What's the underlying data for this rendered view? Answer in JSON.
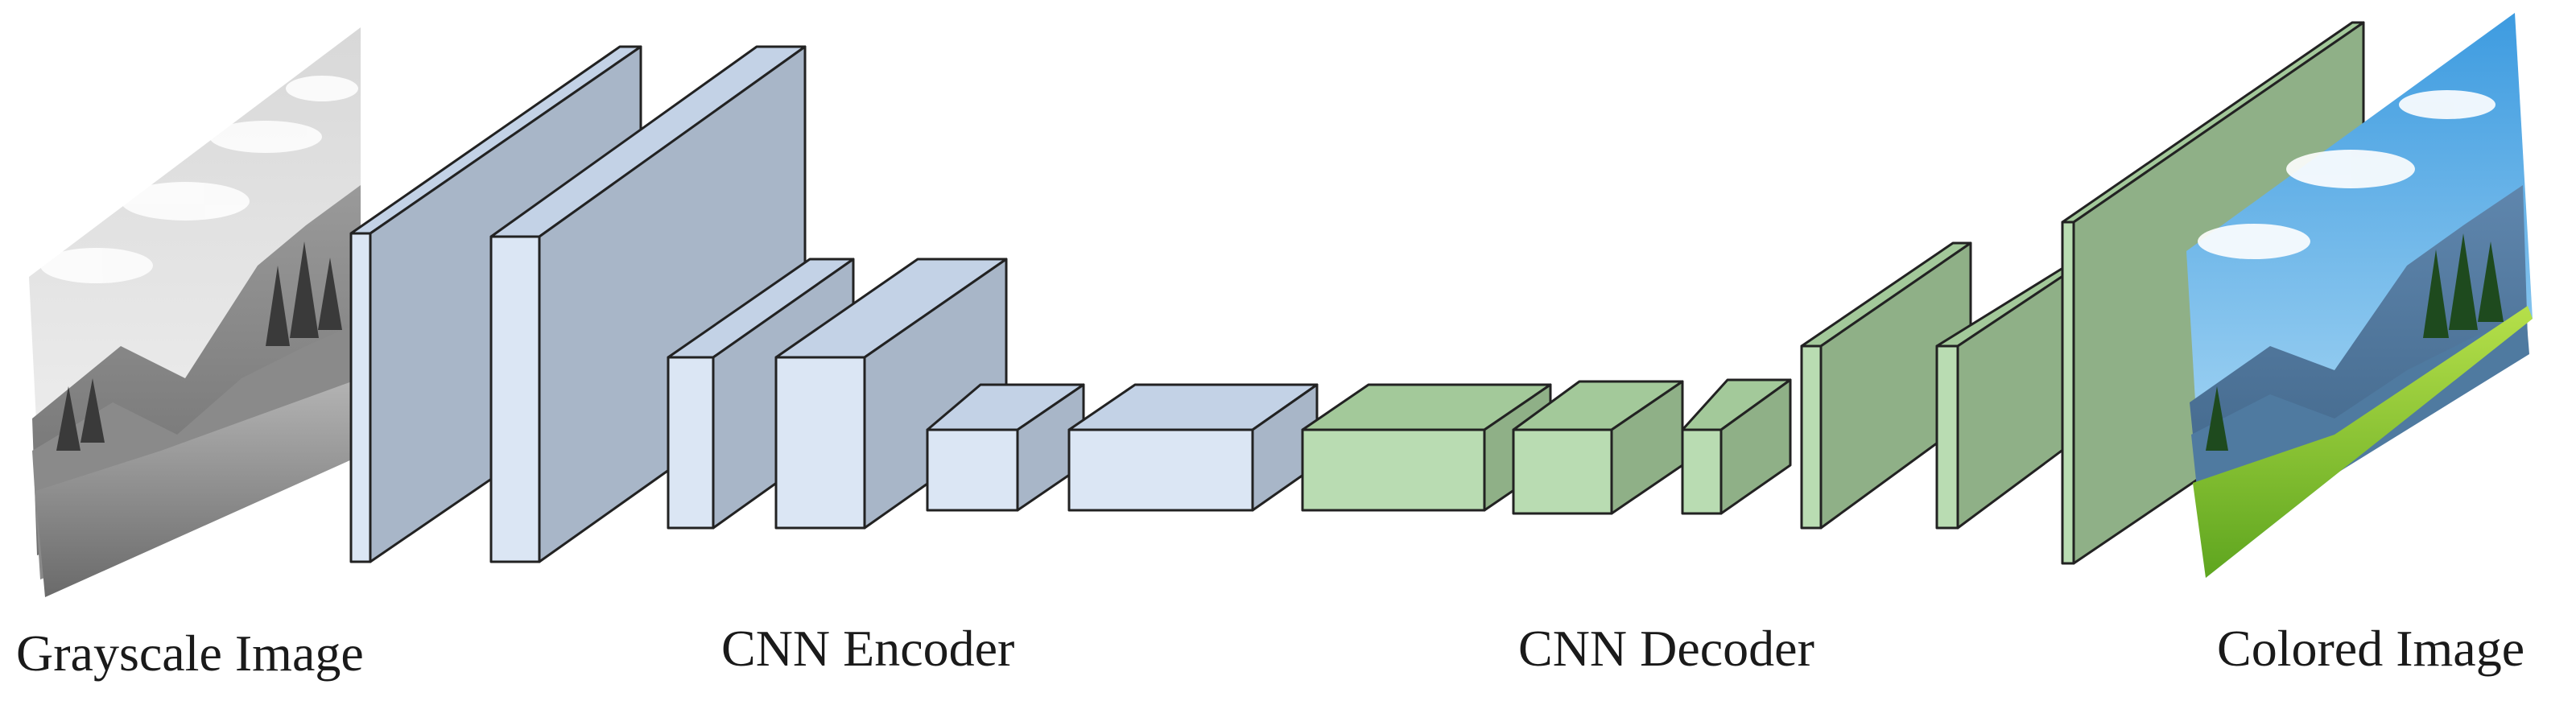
{
  "diagram": {
    "labels": {
      "input": "Grayscale Image",
      "encoder": "CNN Encoder",
      "decoder": "CNN Decoder",
      "output": "Colored Image"
    },
    "colors": {
      "encoder_front": "#dbe6f4",
      "encoder_top": "#c3d2e6",
      "encoder_side": "#a8b6c8",
      "decoder_front": "#b9dcb2",
      "decoder_top": "#a3c99a",
      "decoder_side": "#8fb087",
      "edge": "#222222",
      "text": "#1a1a1a"
    },
    "images": {
      "input": {
        "type": "grayscale-mountain-meadow"
      },
      "output": {
        "type": "color-mountain-meadow"
      }
    }
  }
}
